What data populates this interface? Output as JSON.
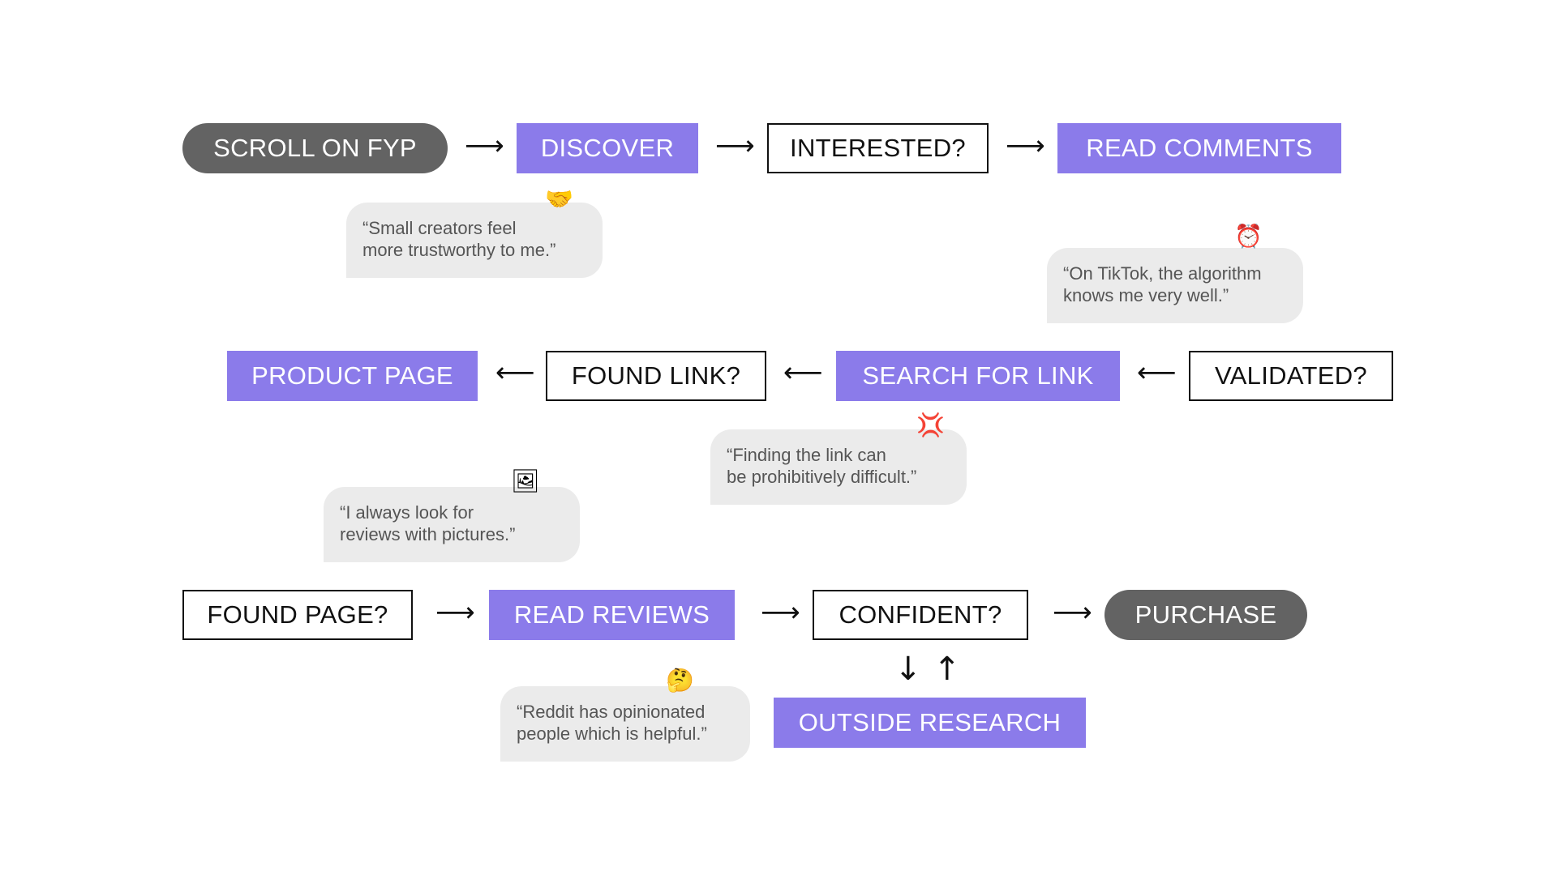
{
  "nodes": {
    "scroll_on_fyp": "SCROLL ON FYP",
    "discover": "DISCOVER",
    "interested": "INTERESTED?",
    "read_comments": "READ COMMENTS",
    "validated": "VALIDATED?",
    "search_for_link": "SEARCH FOR LINK",
    "found_link": "FOUND LINK?",
    "product_page": "PRODUCT PAGE",
    "found_page": "FOUND PAGE?",
    "read_reviews": "READ REVIEWS",
    "confident": "CONFIDENT?",
    "purchase": "PURCHASE",
    "outside_research": "OUTSIDE RESEARCH"
  },
  "quotes": {
    "small_creators": {
      "line1": "“Small creators feel",
      "line2": "more trustworthy to me.”",
      "emoji": "🤝"
    },
    "algorithm": {
      "line1": "“On TikTok, the algorithm",
      "line2": "knows me very well.”",
      "emoji": "⏰"
    },
    "finding_link": {
      "line1": "“Finding the link can",
      "line2": "be prohibitively difficult.”",
      "emoji": "💢"
    },
    "pictures": {
      "line1": "“I always look for",
      "line2": "reviews with pictures.”",
      "emoji": "🖼"
    },
    "reddit": {
      "line1": "“Reddit has opinionated",
      "line2": "people which is helpful.”",
      "emoji": "🤔"
    }
  },
  "arrows": {
    "right": "⟶",
    "left": "⟵",
    "down": "↓",
    "up": "↑"
  },
  "colors": {
    "accent_purple": "#8b7bea",
    "pill_gray": "#636363",
    "bubble_gray": "#ebebeb"
  }
}
